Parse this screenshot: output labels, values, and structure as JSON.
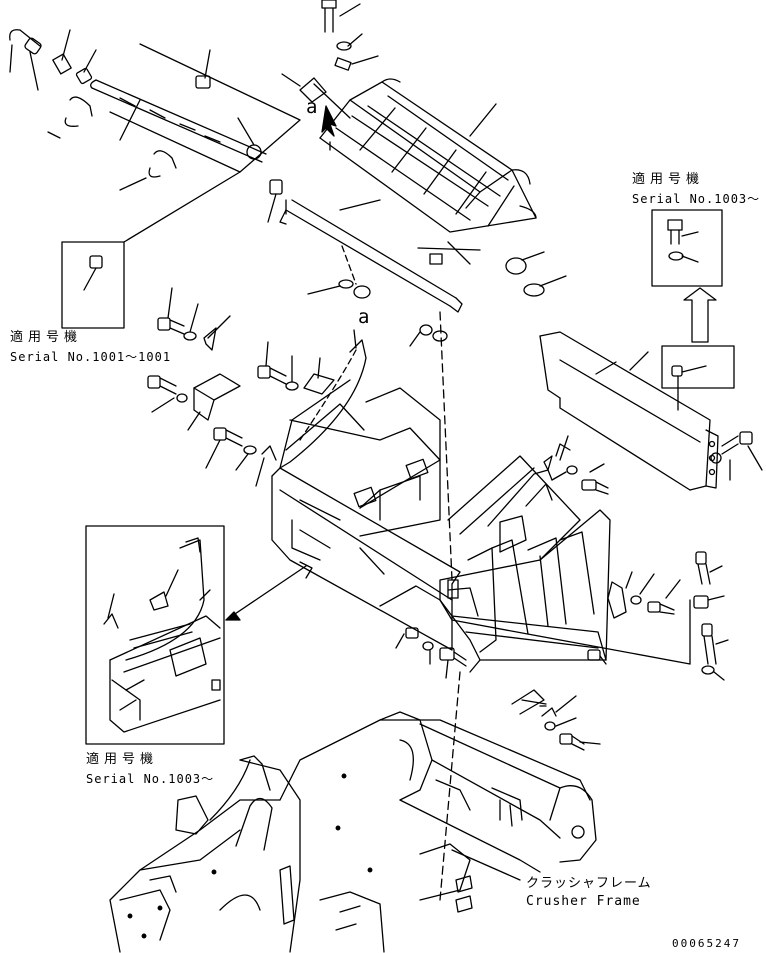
{
  "callouts": {
    "serial_1001_1001": {
      "jp": "適用号機",
      "en": "Serial No.1001～1001"
    },
    "serial_1003_box": {
      "jp": "適用号機",
      "en": "Serial No.1003～"
    },
    "serial_1003_inset": {
      "jp": "適用号機",
      "en": "Serial No.1003～"
    },
    "crusher_frame": {
      "jp": "クラッシャフレーム",
      "en": "Crusher Frame"
    }
  },
  "view_markers": {
    "upper": "a",
    "lower": "a"
  },
  "drawing_number": "00065247"
}
